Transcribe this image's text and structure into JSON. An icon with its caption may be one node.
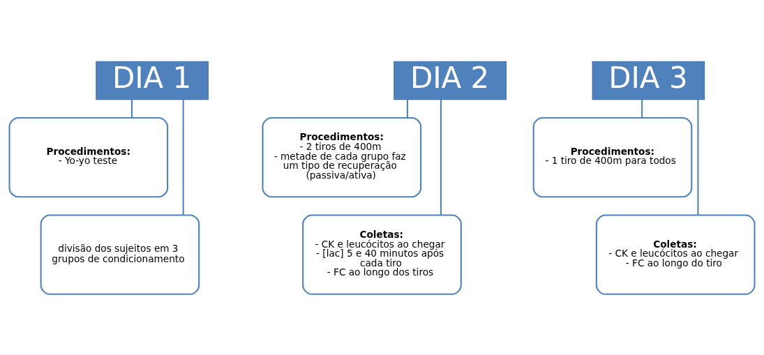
{
  "diagram": {
    "nodes": [
      {
        "text": [
          "DIA 1"
        ]
      },
      {
        "text": [
          "Procedimentos:",
          "- Yo-yo teste"
        ]
      },
      {
        "text": [
          "divisão dos sujeitos em 3 grupos de condicionamento"
        ]
      },
      {
        "text": [
          "DIA 2"
        ]
      },
      {
        "text": [
          "Procedimentos:",
          "- 2 tiros de 400m",
          "- metade de cada grupo faz um tipo de recuperação (passiva/ativa)"
        ]
      },
      {
        "text": [
          "Coletas:",
          "- CK e leucócitos ao chegar",
          "- [lac] 5 e 40 minutos após cada tiro",
          "- FC ao longo dos tiros"
        ]
      },
      {
        "text": [
          "DIA 3"
        ]
      },
      {
        "text": [
          "Procedimentos:",
          "- 1 tiro de 400m para todos"
        ]
      },
      {
        "text": [
          "Coletas:",
          "- CK e leucócitos ao chegar",
          "- FC ao longo do tiro"
        ]
      }
    ],
    "edges": [
      {
        "from": 0,
        "to": 1,
        "arrow": "none"
      },
      {
        "from": 0,
        "to": 2,
        "arrow": "none"
      },
      {
        "from": 3,
        "to": 4,
        "arrow": "none"
      },
      {
        "from": 3,
        "to": 5,
        "arrow": "none"
      },
      {
        "from": 6,
        "to": 7,
        "arrow": "none"
      },
      {
        "from": 6,
        "to": 8,
        "arrow": "none"
      }
    ]
  }
}
